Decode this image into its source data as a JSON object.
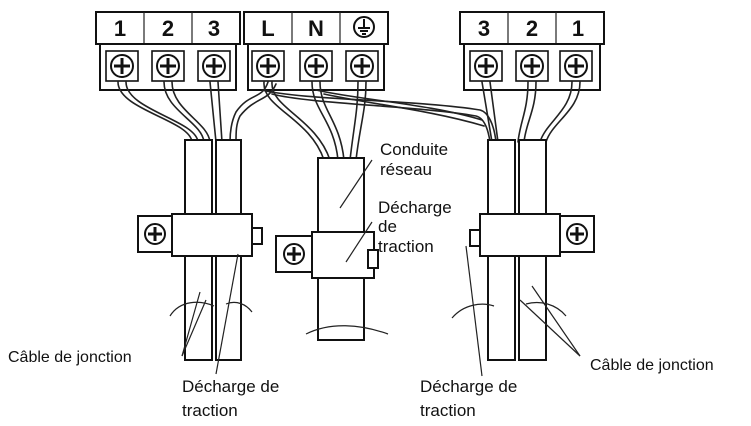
{
  "terminal_blocks": {
    "left": [
      "1",
      "2",
      "3"
    ],
    "mains": [
      "L",
      "N"
    ],
    "right": [
      "3",
      "2",
      "1"
    ]
  },
  "labels": {
    "mains_cable": [
      "Conduite",
      "réseau"
    ],
    "center_strain_relief": [
      "Décharge",
      "de",
      "traction"
    ],
    "left_cable": "Câble de jonction",
    "left_strain_relief": [
      "Décharge de",
      "traction"
    ],
    "right_cable": "Câble de jonction",
    "right_strain_relief": [
      "Décharge de",
      "traction"
    ]
  },
  "icons": {
    "ground": "earth-ground-icon",
    "screw": "terminal-screw-icon"
  }
}
